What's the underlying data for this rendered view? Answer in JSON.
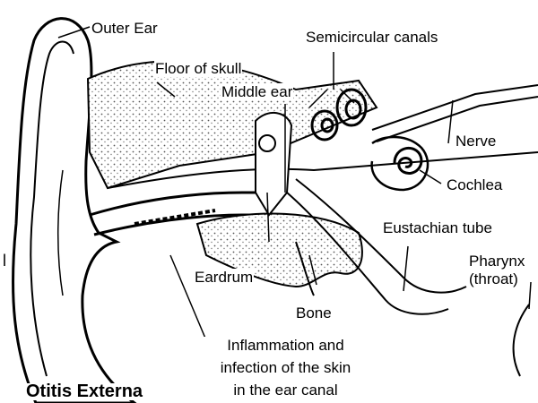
{
  "diagram": {
    "title": "Otitis Externa",
    "labels": {
      "outer_ear": "Outer Ear",
      "semicircular_canals": "Semicircular canals",
      "floor_of_skull": "Floor of skull",
      "middle_ear": "Middle ear",
      "nerve": "Nerve",
      "cochlea": "Cochlea",
      "eustachian_tube": "Eustachian tube",
      "pharynx": "Pharynx",
      "throat": "(throat)",
      "eardrum": "Eardrum",
      "bone": "Bone",
      "inflammation_line1": "Inflammation and",
      "inflammation_line2": "infection of the skin",
      "inflammation_line3": "in the ear canal",
      "left_edge_fragment": "l"
    }
  }
}
